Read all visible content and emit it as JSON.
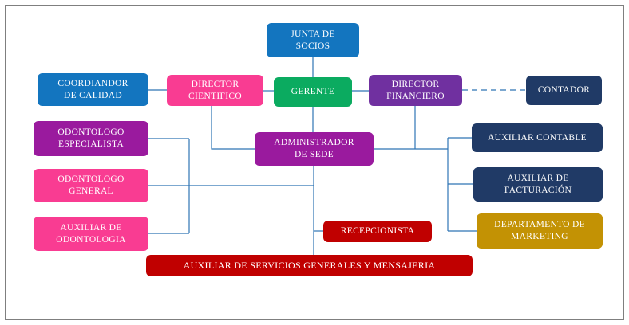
{
  "diagram_type": "org-chart",
  "line_color": "#2E74B5",
  "border_color": "#7f7f7f",
  "nodes": {
    "junta_de_socios": {
      "label": "JUNTA DE\nSOCIOS",
      "color": "#1375BF"
    },
    "coordinador_de_calidad": {
      "label": "COORDIANDOR\nDE CALIDAD",
      "color": "#1375BF"
    },
    "director_cientifico": {
      "label": "DIRECTOR\nCIENTIFICO",
      "color": "#F93C92"
    },
    "gerente": {
      "label": "GERENTE",
      "color": "#0BAB60"
    },
    "director_financiero": {
      "label": "DIRECTOR\nFINANCIERO",
      "color": "#7030A0"
    },
    "contador": {
      "label": "CONTADOR",
      "color": "#203A66"
    },
    "odontologo_especialista": {
      "label": "ODONTOLOGO\nESPECIALISTA",
      "color": "#9A1A9E"
    },
    "odontologo_general": {
      "label": "ODONTOLOGO\nGENERAL",
      "color": "#F93C92"
    },
    "auxiliar_de_odontologia": {
      "label": "AUXILIAR DE\nODONTOLOGIA",
      "color": "#F93C92"
    },
    "administrador_de_sede": {
      "label": "ADMINISTRADOR\nDE SEDE",
      "color": "#9A1A9E"
    },
    "auxiliar_contable": {
      "label": "AUXILIAR CONTABLE",
      "color": "#203A66"
    },
    "auxiliar_de_facturacion": {
      "label": "AUXILIAR DE\nFACTURACIÓN",
      "color": "#203A66"
    },
    "departamento_de_marketing": {
      "label": "DEPARTAMENTO DE\nMARKETING",
      "color": "#C39204"
    },
    "recepcionista": {
      "label": "RECEPCIONISTA",
      "color": "#C00000"
    },
    "auxiliar_servicios_generales": {
      "label": "AUXILIAR DE SERVICIOS GENERALES Y MENSAJERIA",
      "color": "#C00000"
    }
  },
  "edges": [
    {
      "from": "junta_de_socios",
      "to": "gerente",
      "style": "solid"
    },
    {
      "from": "gerente",
      "to": "director_cientifico",
      "style": "solid"
    },
    {
      "from": "director_cientifico",
      "to": "coordinador_de_calidad",
      "style": "solid"
    },
    {
      "from": "gerente",
      "to": "director_financiero",
      "style": "solid"
    },
    {
      "from": "director_financiero",
      "to": "contador",
      "style": "dashed"
    },
    {
      "from": "gerente",
      "to": "administrador_de_sede",
      "style": "solid"
    },
    {
      "from": "director_cientifico",
      "to": "administrador_de_sede",
      "style": "solid"
    },
    {
      "from": "director_financiero",
      "to": "administrador_de_sede",
      "style": "solid"
    },
    {
      "from": "administrador_de_sede",
      "to": "odontologo_especialista",
      "style": "solid"
    },
    {
      "from": "administrador_de_sede",
      "to": "odontologo_general",
      "style": "solid"
    },
    {
      "from": "administrador_de_sede",
      "to": "auxiliar_de_odontologia",
      "style": "solid"
    },
    {
      "from": "administrador_de_sede",
      "to": "auxiliar_contable",
      "style": "solid"
    },
    {
      "from": "administrador_de_sede",
      "to": "auxiliar_de_facturacion",
      "style": "solid"
    },
    {
      "from": "administrador_de_sede",
      "to": "departamento_de_marketing",
      "style": "solid"
    },
    {
      "from": "administrador_de_sede",
      "to": "recepcionista",
      "style": "solid"
    },
    {
      "from": "administrador_de_sede",
      "to": "auxiliar_servicios_generales",
      "style": "solid"
    }
  ]
}
